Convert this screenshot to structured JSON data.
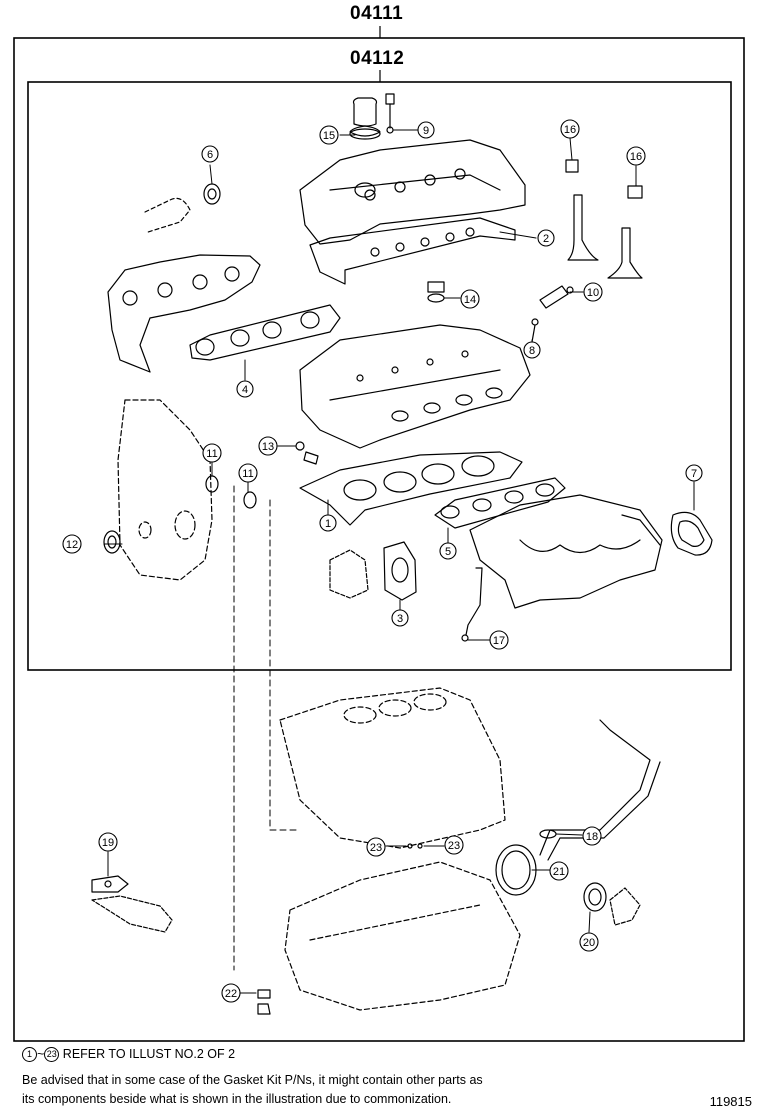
{
  "kits": {
    "outer": "04111",
    "inner": "04112"
  },
  "callouts": [
    {
      "id": "c1",
      "label": "1"
    },
    {
      "id": "c2",
      "label": "2"
    },
    {
      "id": "c3",
      "label": "3"
    },
    {
      "id": "c4",
      "label": "4"
    },
    {
      "id": "c5",
      "label": "5"
    },
    {
      "id": "c6",
      "label": "6"
    },
    {
      "id": "c7",
      "label": "7"
    },
    {
      "id": "c8",
      "label": "8"
    },
    {
      "id": "c9",
      "label": "9"
    },
    {
      "id": "c10",
      "label": "10"
    },
    {
      "id": "c11a",
      "label": "11"
    },
    {
      "id": "c11b",
      "label": "11"
    },
    {
      "id": "c12",
      "label": "12"
    },
    {
      "id": "c13",
      "label": "13"
    },
    {
      "id": "c14",
      "label": "14"
    },
    {
      "id": "c15",
      "label": "15"
    },
    {
      "id": "c16a",
      "label": "16"
    },
    {
      "id": "c16b",
      "label": "16"
    },
    {
      "id": "c17",
      "label": "17"
    },
    {
      "id": "c18",
      "label": "18"
    },
    {
      "id": "c19",
      "label": "19"
    },
    {
      "id": "c20",
      "label": "20"
    },
    {
      "id": "c21",
      "label": "21"
    },
    {
      "id": "c22",
      "label": "22"
    },
    {
      "id": "c23a",
      "label": "23"
    },
    {
      "id": "c23b",
      "label": "23"
    }
  ],
  "footer": {
    "ref_from": "1",
    "ref_tilde": "~",
    "ref_to": "23",
    "ref_text": "REFER TO ILLUST NO.2 OF 2",
    "note_line1": "Be advised that in some case of the Gasket Kit P/Ns,  it might contain other parts as",
    "note_line2": "its components beside what is shown in the illustration due to commonization.",
    "illustration_id": "119815"
  }
}
